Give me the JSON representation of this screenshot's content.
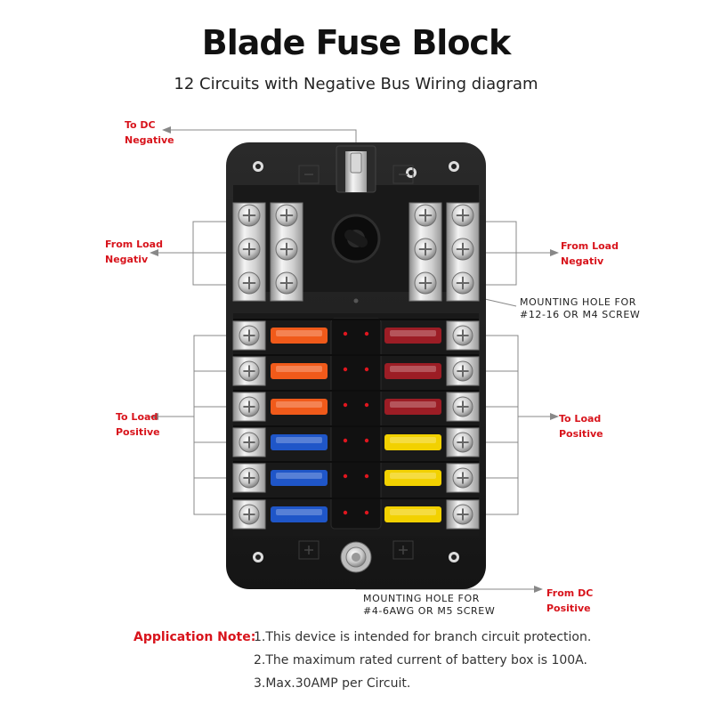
{
  "title": "Blade Fuse Block",
  "subtitle": "12 Circuits with Negative Bus Wiring diagram",
  "labels": {
    "to_dc_negative": [
      "To DC",
      "Negative"
    ],
    "from_load_negative_left": [
      "From Load",
      "Negativ"
    ],
    "from_load_negative_right": [
      "From Load",
      "Negativ"
    ],
    "to_load_positive_left": [
      "To Load",
      "Positive"
    ],
    "to_load_positive_right": [
      "To Load",
      "Positive"
    ],
    "from_dc_positive": [
      "From DC",
      "Positive"
    ],
    "mounting_hole_top": [
      "MOUNTING HOLE FOR",
      "#12-16 OR M4 SCREW"
    ],
    "mounting_hole_bottom": [
      "MOUNTING HOLE FOR",
      "#4-6AWG OR M5 SCREW"
    ]
  },
  "application_note": {
    "heading": "Application Note:",
    "lines": [
      "1.This device is intended for branch circuit protection.",
      "2.The maximum rated current of battery box is 100A.",
      "3.Max.30AMP per Circuit."
    ]
  },
  "colors": {
    "accent_red": "#d8141c",
    "fuse_orange": "#f05a1a",
    "fuse_darkred": "#9c1d25",
    "fuse_blue": "#1f56c8",
    "fuse_yellow": "#f2d100",
    "block_body": "#1f1f1f"
  },
  "fuses": {
    "left": [
      "orange",
      "orange",
      "orange",
      "blue",
      "blue",
      "blue"
    ],
    "right": [
      "darkred",
      "darkred",
      "darkred",
      "yellow",
      "yellow",
      "yellow"
    ]
  }
}
